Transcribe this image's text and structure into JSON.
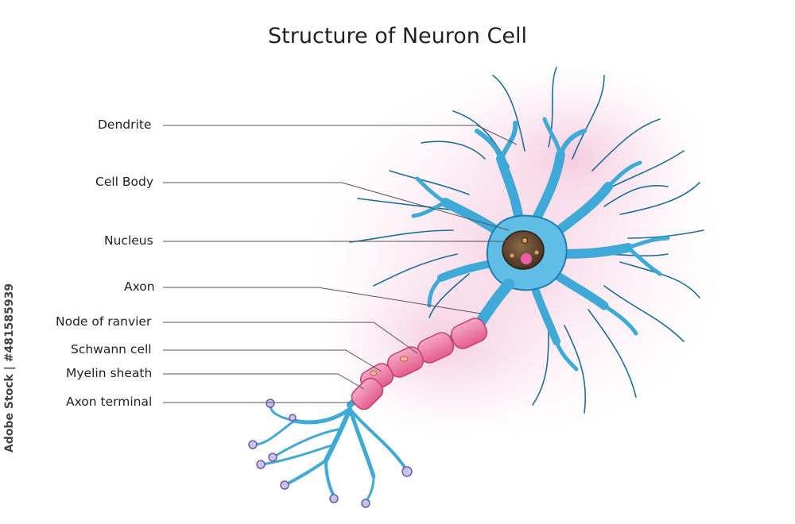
{
  "title": "Structure of Neuron Cell",
  "labels": {
    "dendrite": "Dendrite",
    "cell_body": "Cell Body",
    "nucleus": "Nucleus",
    "axon": "Axon",
    "node_of_ranvier": "Node of ranvier",
    "schwann_cell": "Schwann cell",
    "myelin_sheath": "Myelin sheath",
    "axon_terminal": "Axon terminal"
  },
  "stock_id": "Adobe Stock | #481585939",
  "colors": {
    "neuron_blue": "#3fa9d8",
    "neuron_outline": "#1c7fb0",
    "myelin_pink": "#ec6f9b",
    "nucleus_brown": "#6b4a2e",
    "leader_line": "#555555",
    "background_blush": "#f6d4e4"
  }
}
